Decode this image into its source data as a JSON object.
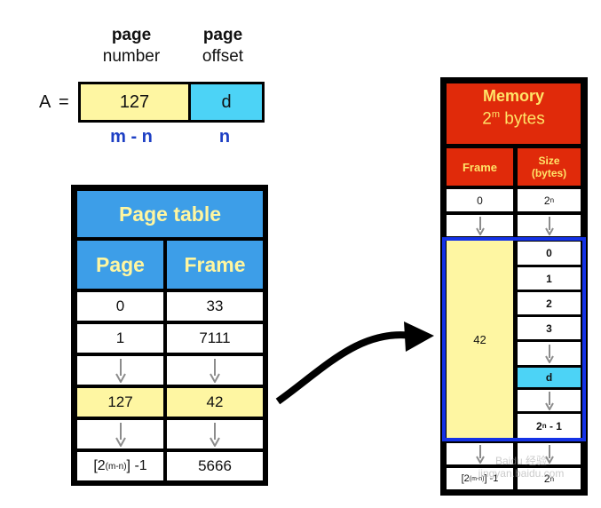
{
  "address": {
    "var_label": "A",
    "equals": "=",
    "page_number_header_bold": "page",
    "page_number_header": "number",
    "offset_header_bold": "page",
    "offset_header": "offset",
    "page_number_value": "127",
    "offset_value": "d",
    "page_bits_label": "m - n",
    "offset_bits_label": "n"
  },
  "page_table": {
    "title": "Page table",
    "col_page": "Page",
    "col_frame": "Frame",
    "rows": [
      {
        "page": "0",
        "frame": "33"
      },
      {
        "page": "1",
        "frame": "7111"
      },
      {
        "page": "127",
        "frame": "42"
      },
      {
        "page_prefix": "[2",
        "page_exp": "(m-n)",
        "page_suffix": "] -1",
        "frame": "5666"
      }
    ]
  },
  "memory": {
    "title": "Memory",
    "size_base": "2",
    "size_exp": "m",
    "size_unit": "bytes",
    "col_frame": "Frame",
    "col_size": "Size\n(bytes)",
    "first_row_frame": "0",
    "first_row_size_base": "2",
    "first_row_size_exp": "n",
    "highlight_frame": "42",
    "offsets": [
      "0",
      "1",
      "2",
      "3",
      "d"
    ],
    "last_offset_base": "2",
    "last_offset_exp": "n",
    "last_offset_suffix": " - 1",
    "last_row_frame_prefix": "[2",
    "last_row_frame_exp": "(m-n)",
    "last_row_frame_suffix": "] -1",
    "last_row_size_base": "2",
    "last_row_size_exp": "n"
  },
  "colors": {
    "yellow": "#fef6a2",
    "cyan": "#4cd3f6",
    "table_blue": "#3d9ee8",
    "memory_red": "#e02a0a",
    "highlight_border": "#1432e6",
    "label_blue": "#1d3fc4"
  },
  "watermark": "Baidu 经验 jingyan.baidu.com"
}
